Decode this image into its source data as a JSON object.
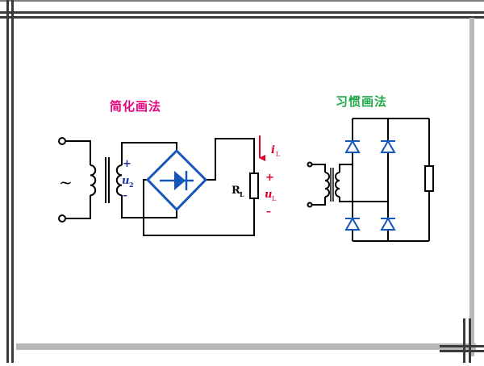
{
  "titles": {
    "simplified": "简化画法",
    "conventional": "习惯画法"
  },
  "labels": {
    "ac_symbol": "~",
    "u2_plus": "+",
    "u2_symbol": "u",
    "u2_sub": "2",
    "u2_minus": "–",
    "load_R": "R",
    "load_R_sub": "L",
    "iL_symbol": "i",
    "iL_sub": "L",
    "uL_plus": "+",
    "uL_symbol": "u",
    "uL_sub": "L",
    "uL_minus": "–"
  },
  "colors": {
    "wire": "#000000",
    "diode": "#1457b8",
    "title_left": "#e8007c",
    "title_right": "#1fa84a",
    "red_label": "#e0002a",
    "polarity": "#1f2fa0",
    "frame_dark": "#3a3a3a",
    "frame_light": "#b0b0b0"
  }
}
